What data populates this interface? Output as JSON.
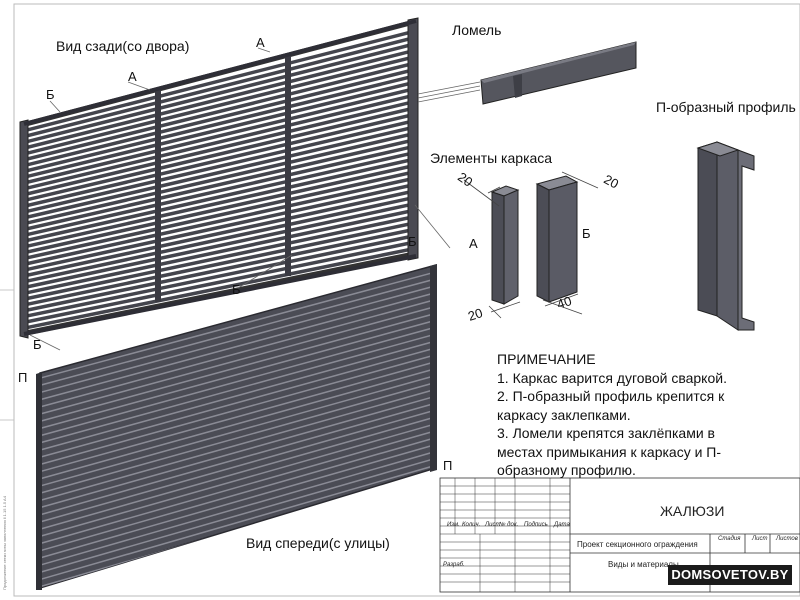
{
  "labels": {
    "back_view": "Вид сзади(со двора)",
    "front_view": "Вид спереди(с улицы)",
    "lamella": "Ломель",
    "frame_elements": "Элементы каркаса",
    "u_profile": "П-образный профиль",
    "mark_a": "А",
    "mark_b": "Б",
    "mark_p": "П",
    "dim_20": "20",
    "dim_40": "40"
  },
  "notes": {
    "heading": "ПРИМЕЧАНИЕ",
    "items": [
      "1. Каркас варится дуговой сваркой.",
      "2. П-образный профиль крепится к",
      "каркасу заклепками.",
      "3. Ломели крепятся заклёпками в",
      "местах примыкания к каркасу и П-",
      "образному профилю."
    ]
  },
  "title_block": {
    "title": "ЖАЛЮЗИ",
    "project": "Проект секционного ограждения",
    "sheet_name": "Виды и материалы",
    "col_izm": "Изм.",
    "col_kol": "Колич.",
    "col_list": "Лист",
    "col_doc": "№ док.",
    "col_sign": "Подпись",
    "col_date": "Дата",
    "row_razrab": "Разраб.",
    "stage": "Стадия",
    "sheet": "Лист",
    "sheets": "Листов"
  },
  "watermark": "DOMSOVETOV.BY",
  "margin_text": "Продолжение сетки зоны заполнения ll 1.15 1.5 A4"
}
